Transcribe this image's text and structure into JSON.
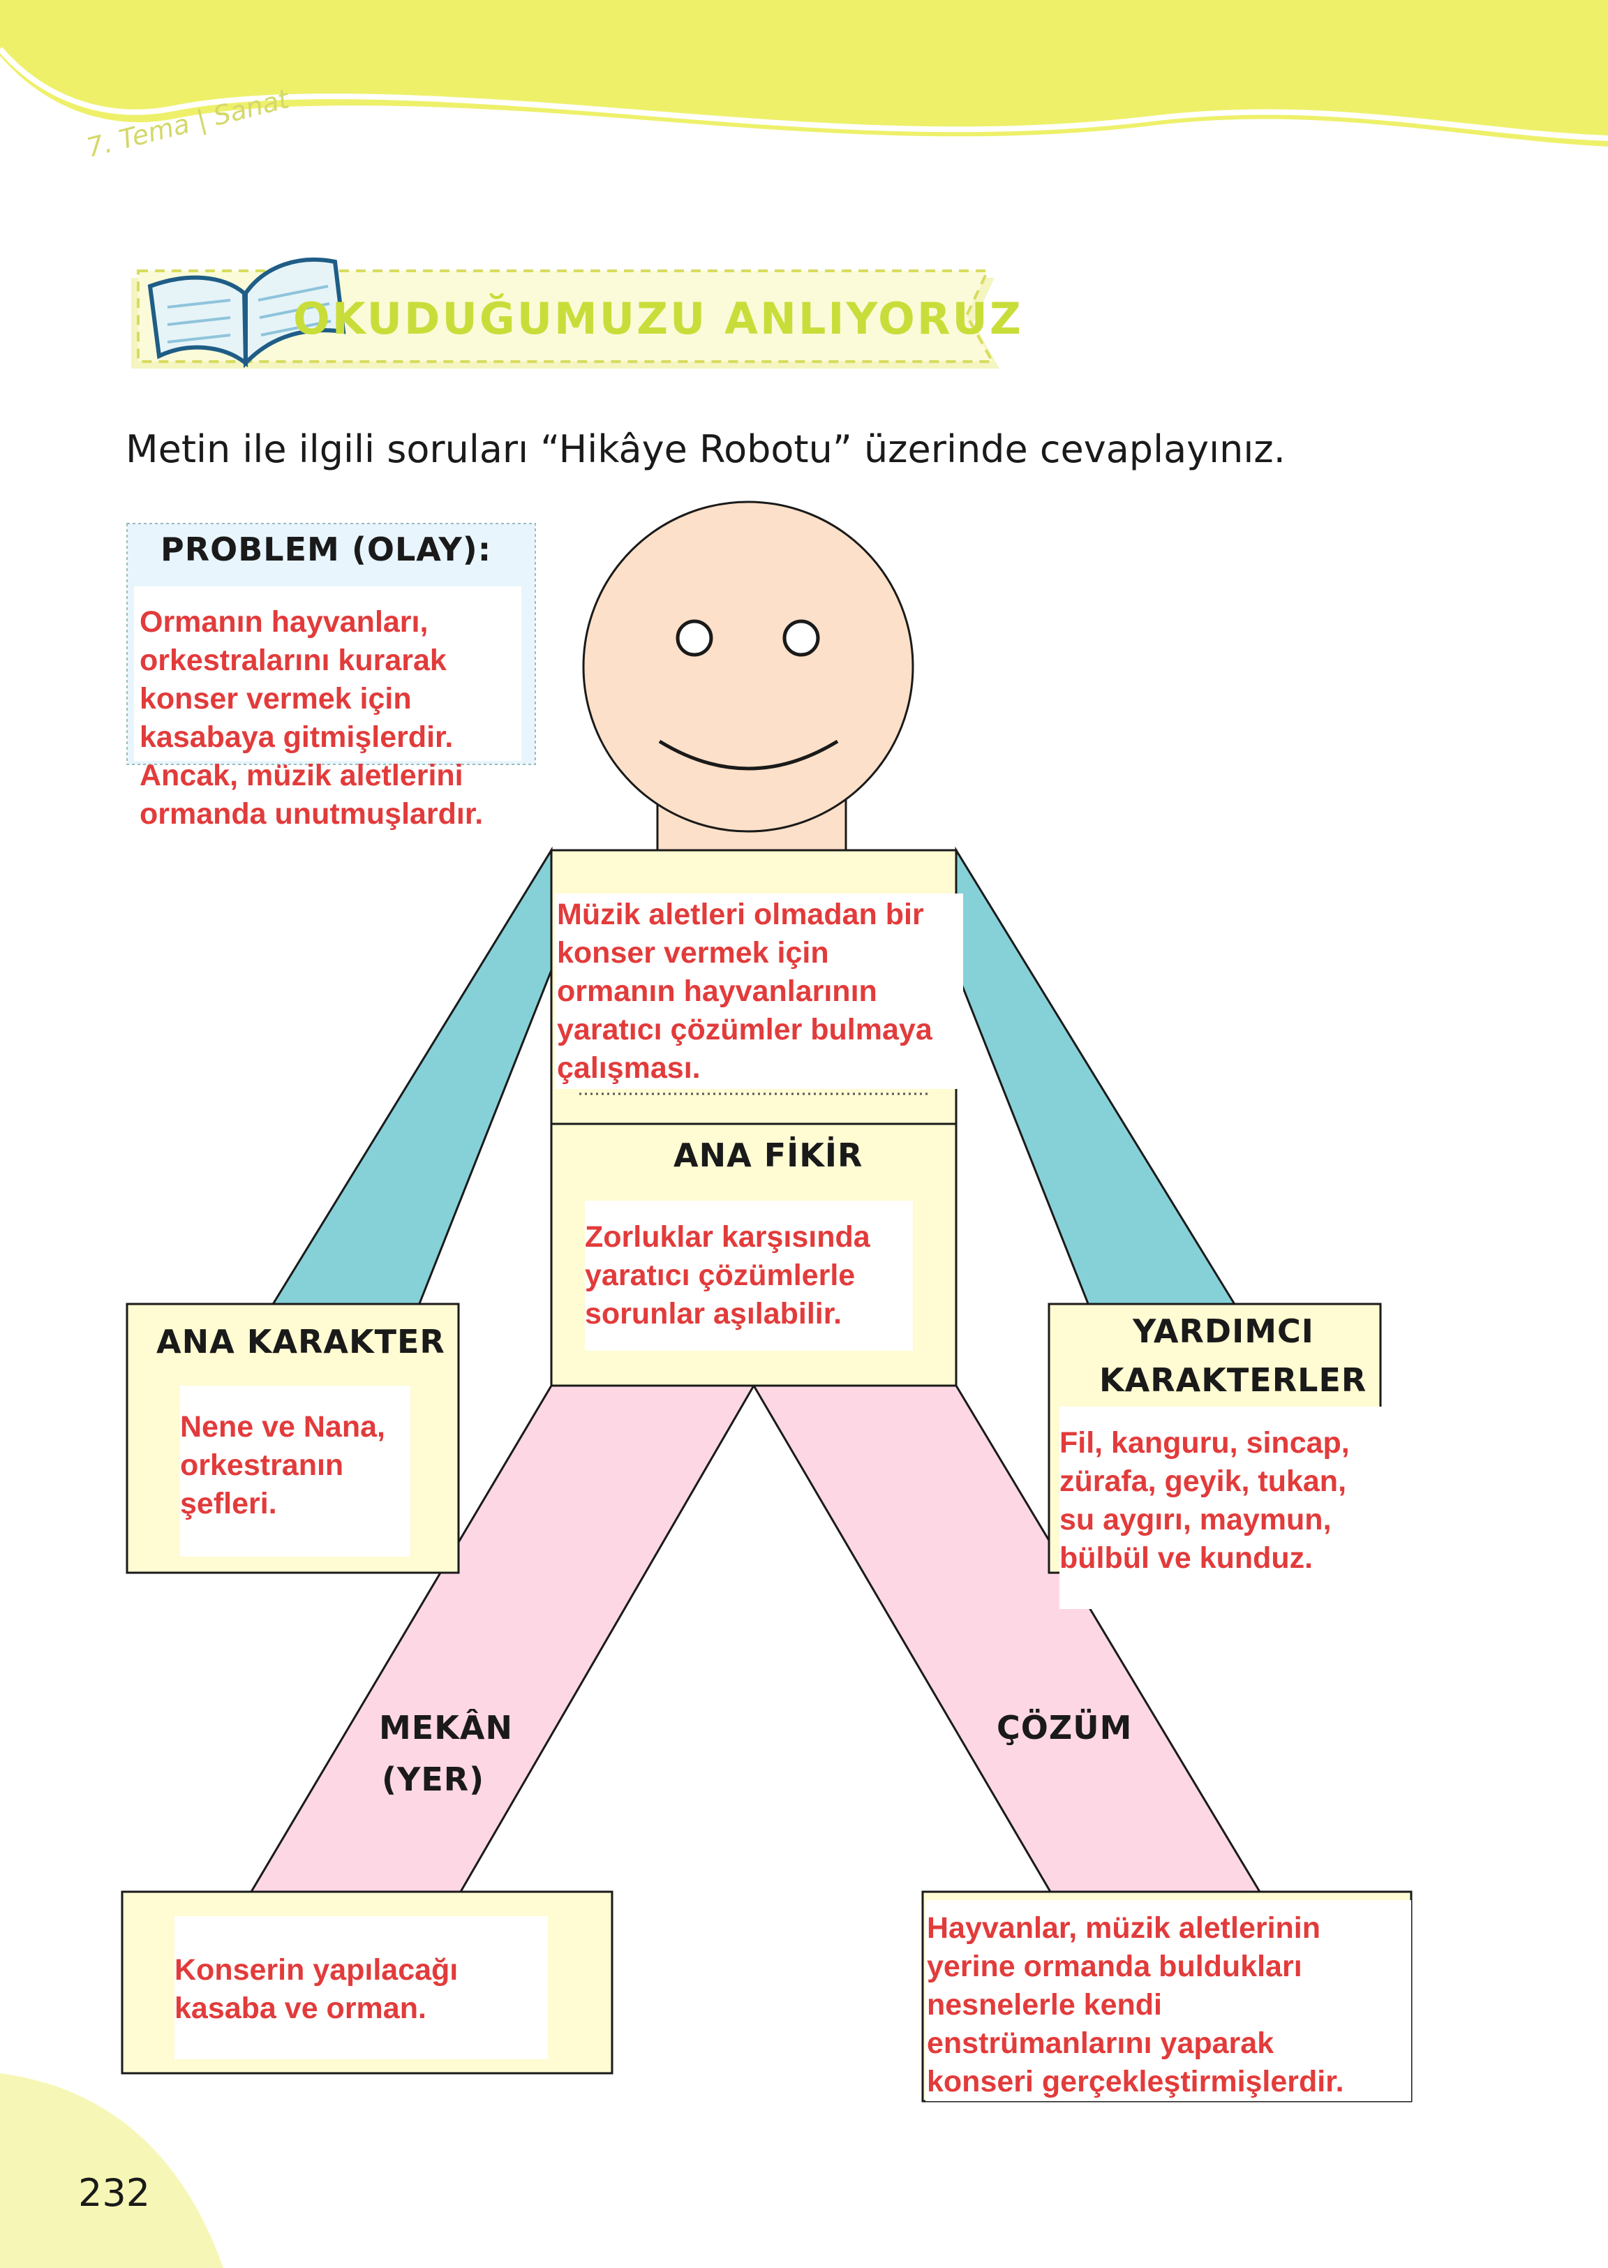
{
  "header": {
    "theme": "7. Tema | Sanat"
  },
  "banner": {
    "title": "OKUDUĞUMUZU ANLIYORUZ",
    "icon": "open-book-icon"
  },
  "instruction": "Metin ile ilgili soruları “Hikâye Robotu” üzerinde cevaplayınız.",
  "problem": {
    "label": "PROBLEM (OLAY):",
    "lines": [
      "Ormanın hayvanları,",
      "orkestralarını kurarak",
      "konser vermek için",
      "kasabaya gitmişlerdir.",
      "Ancak, müzik aletlerini",
      "ormanda unutmuşlardır."
    ]
  },
  "torso": {
    "lines": [
      "Müzik aletleri olmadan bir",
      "konser vermek için",
      "ormanın hayvanlarının",
      "yaratıcı çözümler bulmaya",
      "çalışması."
    ]
  },
  "main_idea": {
    "label": "ANA FİKİR",
    "lines": [
      "Zorluklar karşısında",
      "yaratıcı çözümlerle",
      "sorunlar aşılabilir."
    ]
  },
  "main_character": {
    "label": "ANA KARAKTER",
    "lines": [
      "Nene ve Nana,",
      "orkestranın",
      "şefleri."
    ]
  },
  "supporting_characters": {
    "label_line1": "YARDIMCI",
    "label_line2": "KARAKTERLER",
    "lines": [
      "Fil, kanguru, sincap,",
      "zürafa, geyik, tukan,",
      "su aygırı, maymun,",
      "bülbül ve kunduz."
    ]
  },
  "setting": {
    "label_line1": "MEKÂN",
    "label_line2": "(YER)",
    "lines": [
      "Konserin yapılacağı",
      "kasaba ve orman."
    ]
  },
  "solution": {
    "label": "ÇÖZÜM",
    "lines": [
      "Hayvanlar, müzik aletlerinin",
      "yerine ormanda buldukları",
      "nesnelerle kendi",
      "enstrümanlarını yaparak",
      "konseri gerçekleştirmişlerdir."
    ]
  },
  "page_number": "232",
  "colors": {
    "accent_yellow": "#eef06a",
    "head": "#fde0c9",
    "arms": "#86d1d8",
    "legs": "#fdd7e4",
    "boxes": "#fffbd2",
    "answer_text": "#e23b3b"
  }
}
